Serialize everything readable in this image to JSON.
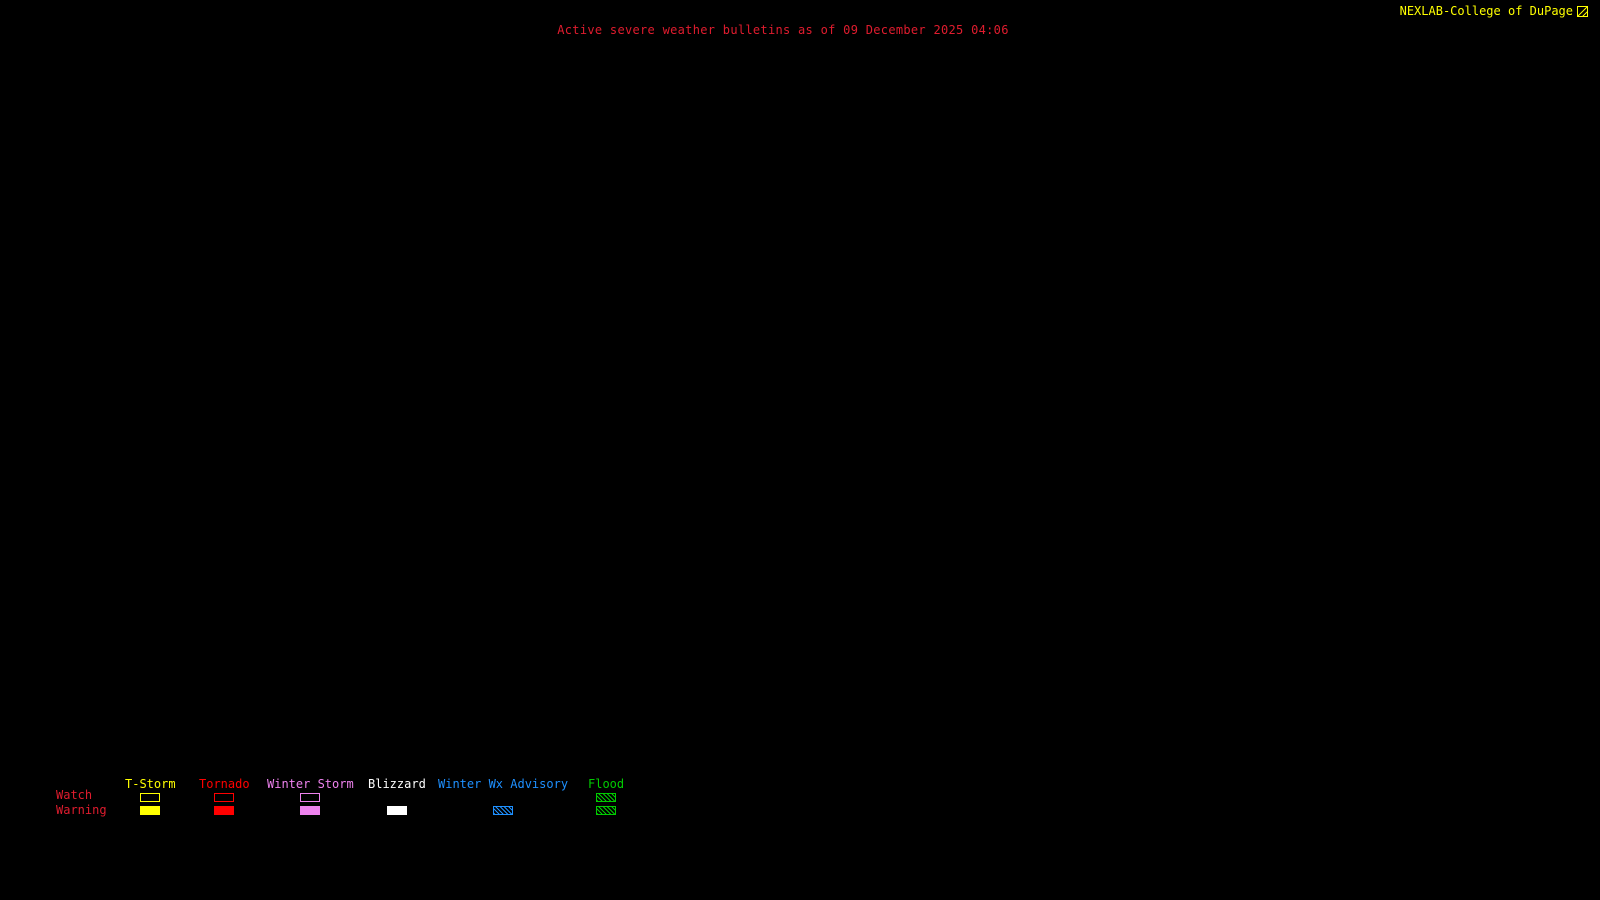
{
  "header": {
    "title": "Active severe weather bulletins as of 09 December 2025 04:06",
    "title_color": "#e01c2e",
    "branding": "NEXLAB-College of DuPage",
    "branding_color": "#ffff00",
    "logo_icon": "nexlab-logo-icon"
  },
  "legend": {
    "row_label_color": "#e01c2e",
    "rows": [
      {
        "label": "Watch"
      },
      {
        "label": "Warning"
      }
    ],
    "columns": [
      {
        "label": "T-Storm",
        "color": "#ffff00",
        "watch": "outline",
        "warning": "fill"
      },
      {
        "label": "Tornado",
        "color": "#ff0000",
        "watch": "outline",
        "warning": "fill"
      },
      {
        "label": "Winter Storm",
        "color": "#ee82ee",
        "watch": "outline",
        "warning": "fill"
      },
      {
        "label": "Blizzard",
        "color": "#ffffff",
        "watch": "none",
        "warning": "fill"
      },
      {
        "label": "Winter Wx Advisory",
        "color": "#1e90ff",
        "watch": "none",
        "warning": "hatch"
      },
      {
        "label": "Flood",
        "color": "#00cc00",
        "watch": "hatch",
        "warning": "hatch"
      }
    ]
  }
}
